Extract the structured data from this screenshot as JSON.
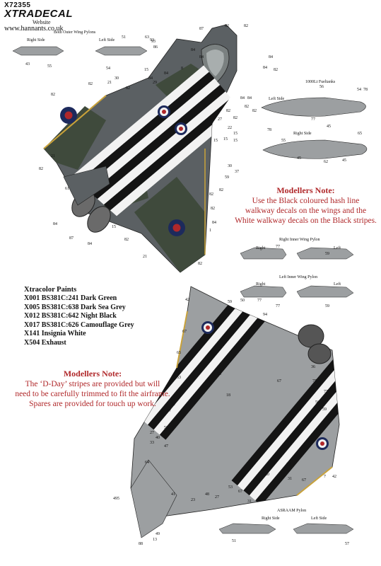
{
  "brand": {
    "code": "X72355",
    "logo": "XTRADECAL",
    "sub": "Website",
    "url": "www.hannants.co.uk"
  },
  "pylons": {
    "outer_title": "Both Outer Wing Pylons",
    "right_side": "Right Side",
    "left_side": "Left Side",
    "fueltanks_title": "1000Lt Fueltanks",
    "right_inner_title": "Right Inner Wing Pylon",
    "left_inner_title": "Left Inner Wing Pylon",
    "right": "Right",
    "left": "Left",
    "asraam_title": "ASRAAM Pylon"
  },
  "note1": {
    "title": "Modellers Note:",
    "lines": [
      "Use the Black coloured hash line",
      "walkway decals on the wings and the",
      "White walkway decals on the Black stripes."
    ]
  },
  "note2": {
    "title": "Modellers Note:",
    "lines": [
      "The ‘D-Day’ stripes are provided but will",
      "need to be carefully trimmed to fit the airframe.",
      "Spares are provided for touch up work."
    ]
  },
  "paints": {
    "title": "Xtracolor Paints",
    "items": [
      "X001 BS381C:241 Dark Green",
      "X005 BS381C:638 Dark Sea Grey",
      "X012 BS381C:642 Night Black",
      "X017 BS381C:626 Camouflage Grey",
      "X141 Insignia White",
      "X504 Exhaust"
    ]
  },
  "callouts_top": [
    "87",
    "82",
    "84",
    "82",
    "84",
    "84",
    "84",
    "82",
    "84",
    "84",
    "82",
    "82",
    "93",
    "86",
    "8",
    "84",
    "84",
    "29",
    "15",
    "82",
    "21",
    "30",
    "82",
    "82",
    "82",
    "82",
    "27",
    "22",
    "15",
    "15",
    "15",
    "15",
    "30",
    "37",
    "59",
    "82",
    "82",
    "82",
    "84",
    "1",
    "21",
    "82",
    "61",
    "84",
    "87",
    "84",
    "15",
    "82",
    "21",
    "82"
  ],
  "callouts_bottom": [
    "42",
    "59",
    "50",
    "77",
    "94",
    "67",
    "65",
    "36",
    "75",
    "77",
    "53",
    "31",
    "67",
    "56",
    "59",
    "53",
    "53",
    "27",
    "40",
    "33",
    "47",
    "64",
    "495",
    "88",
    "13",
    "49",
    "41",
    "23",
    "48",
    "27",
    "20",
    "53",
    "67",
    "31",
    "53",
    "29",
    "31",
    "67",
    "7",
    "42",
    "53",
    "18",
    "75",
    "67",
    "56",
    "75"
  ],
  "pylon_callouts": [
    "51",
    "63",
    "93",
    "43",
    "55",
    "54",
    "56",
    "54",
    "78",
    "77",
    "45",
    "78",
    "65",
    "55",
    "45",
    "62",
    "45",
    "77",
    "59",
    "77",
    "59",
    "51",
    "57"
  ],
  "colors": {
    "dark_green": "#3f4a3c",
    "dark_sea_grey": "#5b6063",
    "camo_grey": "#9c9fa1",
    "stripe_black": "#141414",
    "insignia_red": "#b0282a",
    "insignia_blue": "#1d2a5c",
    "note_red": "#b0282a",
    "leading_edge": "#c9a23a"
  }
}
